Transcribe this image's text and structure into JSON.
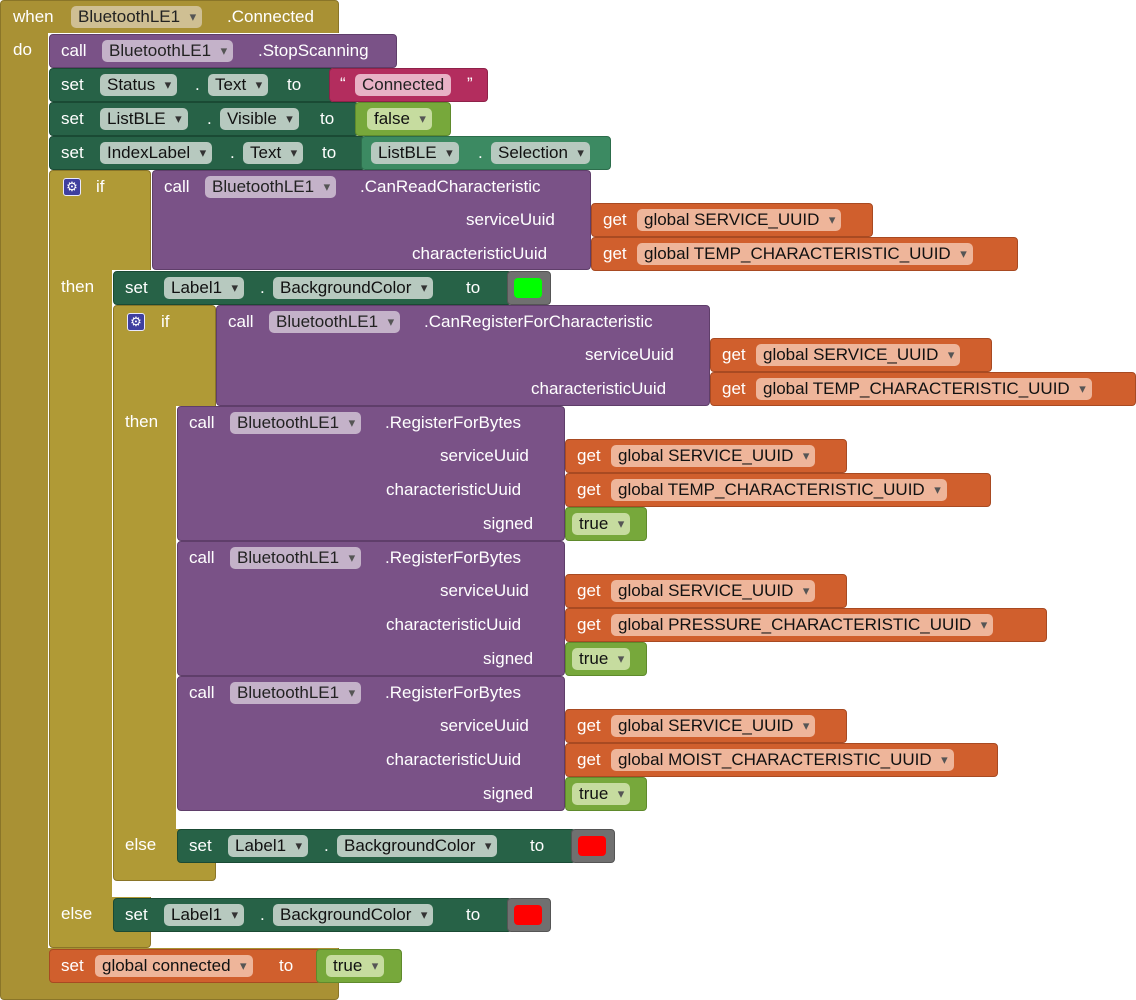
{
  "event": {
    "when": "when",
    "component": "BluetoothLE1",
    "event_name": ".Connected",
    "do": "do"
  },
  "kw": {
    "call": "call",
    "set": "set",
    "to": "to",
    "get": "get",
    "if": "if",
    "then": "then",
    "else": "else",
    "dot": ".",
    "open_quote": "“",
    "close_quote": "”"
  },
  "stmt1": {
    "component": "BluetoothLE1",
    "method": ".StopScanning"
  },
  "stmt2": {
    "component": "Status",
    "property": "Text",
    "value": "Connected"
  },
  "stmt3": {
    "component": "ListBLE",
    "property": "Visible",
    "value": "false"
  },
  "stmt4": {
    "component": "IndexLabel",
    "property": "Text",
    "value_component": "ListBLE",
    "value_property": "Selection"
  },
  "params": {
    "service": "serviceUuid",
    "characteristic": "characteristicUuid",
    "signed": "signed"
  },
  "vars": {
    "service": "global SERVICE_UUID",
    "temp": "global TEMP_CHARACTERISTIC_UUID",
    "pressure": "global PRESSURE_CHARACTERISTIC_UUID",
    "moist": "global MOIST_CHARACTERISTIC_UUID",
    "connected": "global connected"
  },
  "if1": {
    "component": "BluetoothLE1",
    "method": ".CanReadCharacteristic"
  },
  "set_bg": {
    "component": "Label1",
    "property": "BackgroundColor"
  },
  "if2": {
    "component": "BluetoothLE1",
    "method": ".CanRegisterForCharacteristic"
  },
  "register": {
    "component": "BluetoothLE1",
    "method": ".RegisterForBytes",
    "signed_value": "true"
  },
  "final_set": {
    "value": "true"
  },
  "colors": {
    "green": "#00ff00",
    "red": "#ff0000"
  }
}
